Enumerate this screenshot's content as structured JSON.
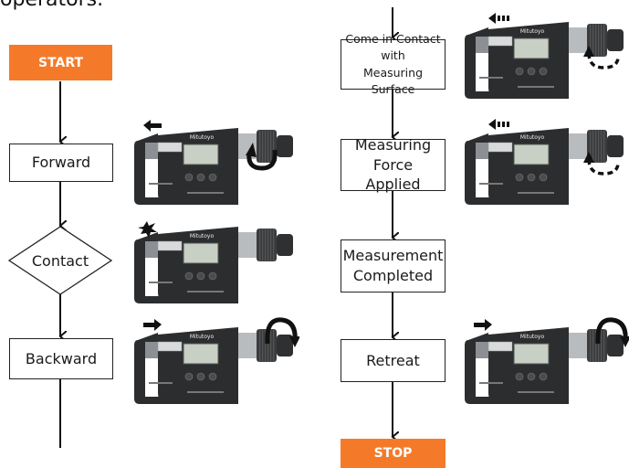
{
  "header": {
    "text": "operators."
  },
  "flow_left": {
    "start": "START",
    "forward": "Forward",
    "contact": "Contact",
    "backward": "Backward"
  },
  "flow_right": {
    "come_in_contact": [
      "Come in Contact with",
      "Measuring Surface"
    ],
    "force_applied": [
      "Measuring",
      "Force Applied"
    ],
    "measurement_completed": [
      "Measurement",
      "Completed"
    ],
    "retreat": "Retreat",
    "stop": "STOP"
  },
  "device": {
    "brand": "Mitutoyo"
  },
  "colors": {
    "terminal": "#f47a2a",
    "line": "#111111",
    "device_body": "#2b2d2f"
  }
}
